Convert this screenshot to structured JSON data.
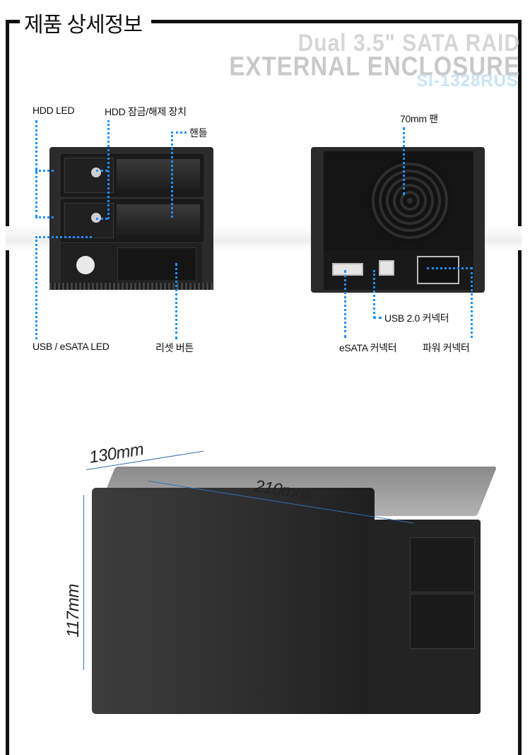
{
  "section_title": "제품 상세정보",
  "brand": {
    "line1": "Dual 3.5\" SATA RAID",
    "line2": "EXTERNAL ENCLOSURE",
    "model": "SI-1328RUS"
  },
  "front_labels": {
    "hdd_led": "HDD LED",
    "hdd_lock": "HDD 잠금/해제 장치",
    "handle": "핸들",
    "usb_esata_led": "USB / eSATA LED",
    "reset_button": "리셋 버튼"
  },
  "back_labels": {
    "fan": "70mm 팬",
    "usb_connector": "USB 2.0 커넥터",
    "esata_connector": "eSATA 커넥터",
    "power_connector": "파워 커넥터"
  },
  "dimensions": {
    "depth": "130mm",
    "length": "210mm",
    "height": "117mm"
  },
  "colors": {
    "leader_line": "#1e90ff",
    "device_body": "#2b2b2b",
    "brand_accent": "#c8e4f6"
  }
}
